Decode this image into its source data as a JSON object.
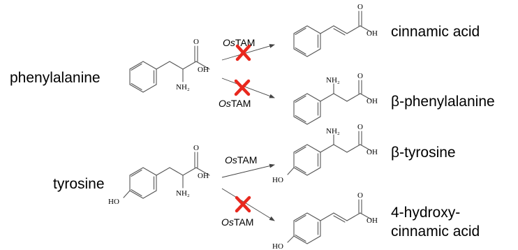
{
  "reactants": {
    "phenylalanine": {
      "name": "phenylalanine",
      "oh": "OH",
      "amine": "NH₂"
    },
    "tyrosine": {
      "name": "tyrosine",
      "oh": "OH",
      "amine": "NH₂",
      "ho": "HO"
    }
  },
  "enzyme": {
    "italic": "Os",
    "regular": "TAM"
  },
  "products": {
    "cinnamic_acid": {
      "name": "cinnamic acid",
      "oh": "OH",
      "blocked": true
    },
    "beta_phenylalanine": {
      "name": "β-phenylalanine",
      "oh": "OH",
      "amine": "NH₂",
      "blocked": true
    },
    "beta_tyrosine": {
      "name": "β-tyrosine",
      "oh": "OH",
      "amine": "NH₂",
      "ho": "HO",
      "blocked": false
    },
    "hydroxycinnamic_acid": {
      "name_line1": "4-hydroxy-",
      "name_line2": "cinnamic acid",
      "oh": "OH",
      "ho": "HO",
      "blocked": true
    }
  },
  "colors": {
    "blocked_mark": "#e8281e",
    "bond": "#555555",
    "text": "#000000"
  }
}
